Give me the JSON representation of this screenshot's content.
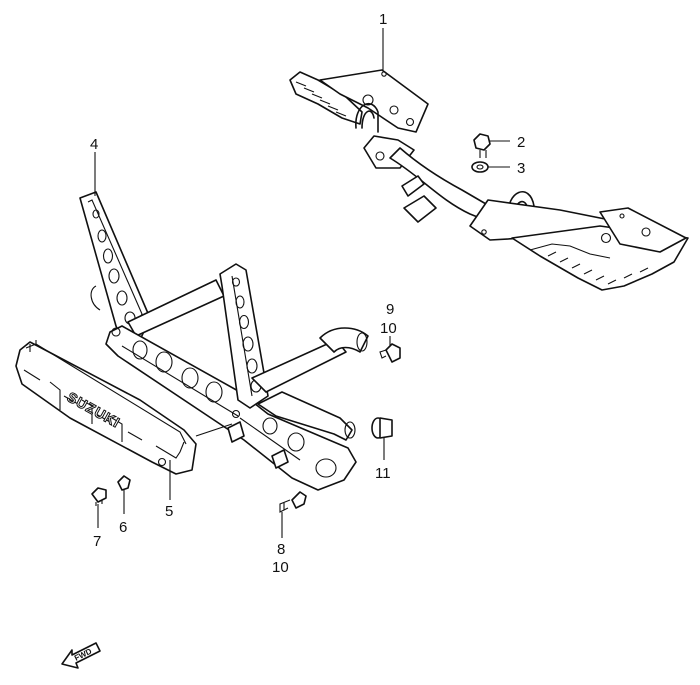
{
  "diagram": {
    "callouts": [
      {
        "id": "c1",
        "label": "1"
      },
      {
        "id": "c2",
        "label": "2"
      },
      {
        "id": "c3",
        "label": "3"
      },
      {
        "id": "c4",
        "label": "4"
      },
      {
        "id": "c5",
        "label": "5"
      },
      {
        "id": "c6",
        "label": "6"
      },
      {
        "id": "c7",
        "label": "7"
      },
      {
        "id": "c8",
        "label": "8"
      },
      {
        "id": "c9",
        "label": "9"
      },
      {
        "id": "c10a",
        "label": "10"
      },
      {
        "id": "c10b",
        "label": "10"
      },
      {
        "id": "c11",
        "label": "11"
      }
    ],
    "emblem": "SUZUKI",
    "direction": "FWD"
  }
}
